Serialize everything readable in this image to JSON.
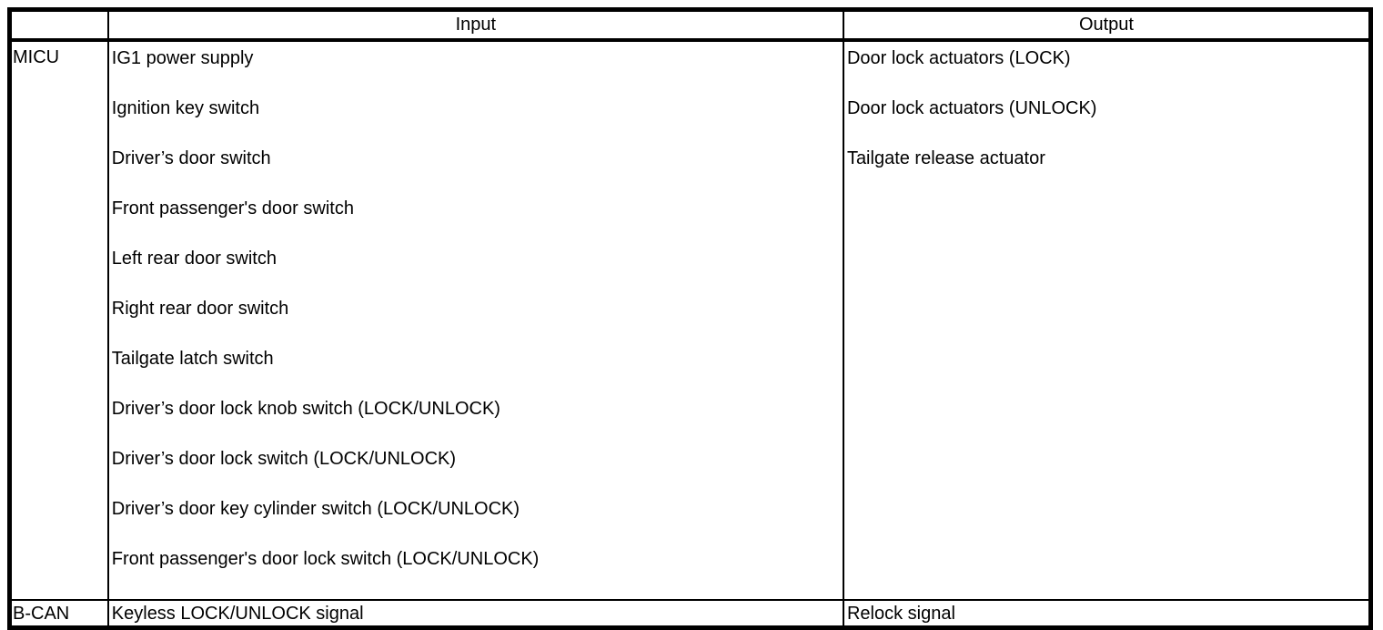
{
  "colors": {
    "border": "#000000",
    "text": "#000000",
    "background": "#ffffff"
  },
  "table": {
    "header": {
      "corner": "",
      "input_label": "Input",
      "output_label": "Output"
    },
    "rows": [
      {
        "source": "MICU",
        "inputs": [
          "IG1 power supply",
          "Ignition key switch",
          "Driver’s door switch",
          "Front passenger's door switch",
          "Left rear door switch",
          "Right rear door switch",
          "Tailgate latch switch",
          "Driver’s door lock knob switch (LOCK/UNLOCK)",
          "Driver’s door lock switch (LOCK/UNLOCK)",
          "Driver’s door key cylinder switch (LOCK/UNLOCK)",
          "Front passenger's door lock switch (LOCK/UNLOCK)"
        ],
        "outputs": [
          "Door lock actuators (LOCK)",
          "Door lock actuators (UNLOCK)",
          "Tailgate release actuator"
        ]
      },
      {
        "source": "B-CAN",
        "inputs": [
          "Keyless LOCK/UNLOCK signal"
        ],
        "outputs": [
          "Relock signal"
        ]
      }
    ]
  }
}
